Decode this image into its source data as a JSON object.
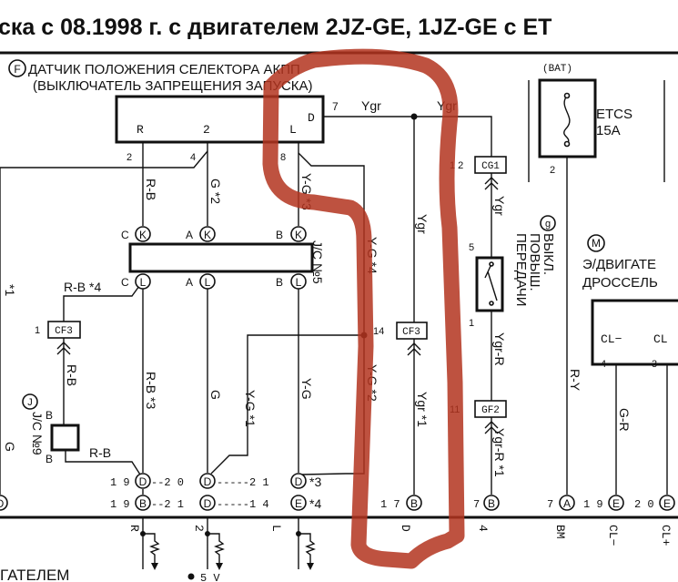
{
  "title": "ска с 08.1998 г. с двигателем 2JZ-GE, 1JZ-GE с ET",
  "sensor": {
    "badge": "F",
    "line1": "ДАТЧИК ПОЛОЖЕНИЯ СЕЛЕКТОРА АКПП",
    "line2": "(ВЫКЛЮЧАТЕЛЬ ЗАПРЕЩЕНИЯ ЗАПУСКА)",
    "pins": {
      "R": "R",
      "two": "2",
      "L": "L",
      "D": "D"
    },
    "pin_numbers": {
      "R": "2",
      "two": "4",
      "L": "8",
      "D": "7"
    }
  },
  "wires": {
    "ygr_top1": "Ygr",
    "ygr_top2": "Ygr",
    "ygr_mid": "Ygr",
    "ygr_cg": "Ygr",
    "ygr_star1": "Ygr *1",
    "ygr_r": "Ygr-R",
    "ygr_r_star1": "Ygr-R *1",
    "rb": "R-B",
    "g2": "G *2",
    "yg3": "Y-G *3",
    "yg4": "Y-G *4",
    "yg2": "Y-G *2",
    "rb4": "R-B *4",
    "rb_cf": "R-B",
    "rb3": "R-B *3",
    "g": "G",
    "yg1": "Y-G *1",
    "yg": "Y-G",
    "rb_jc": "R-B",
    "star1": "*1",
    "g_left": "G",
    "ry": "R-Y",
    "gr": "G-R"
  },
  "junction5": {
    "label": "J/C №5",
    "top": [
      {
        "pin": "C",
        "id": "K"
      },
      {
        "pin": "A",
        "id": "K"
      },
      {
        "pin": "B",
        "id": "K"
      }
    ],
    "bottom": [
      {
        "pin": "C",
        "id": "L"
      },
      {
        "pin": "A",
        "id": "L"
      },
      {
        "pin": "B",
        "id": "L"
      }
    ]
  },
  "junction9": {
    "badge": "J",
    "label": "J/C №9",
    "pin_top": "B",
    "pin_bottom": "B"
  },
  "connectors": {
    "cf3_left": {
      "name": "CF3",
      "pin": "1"
    },
    "cf3_mid": {
      "name": "CF3",
      "pin": "14"
    },
    "cg1": {
      "name": "CG1",
      "pin": "1 2"
    },
    "gf2": {
      "name": "GF2",
      "pin": "11"
    }
  },
  "shift_switch": {
    "badge": "g",
    "lines": [
      "ВЫКЛ.",
      "ПОВЫШ.",
      "ПЕРЕДАЧИ"
    ],
    "pin_top": "5",
    "pin_bottom": "1"
  },
  "fuse": {
    "supply": "(BAT)",
    "name": "ETCS",
    "rating": "15A",
    "pin": "2"
  },
  "throttle": {
    "badge": "M",
    "line1": "Э/ДВИГАТЕ",
    "line2": "ДРОССЕЛЬ",
    "pins": [
      "CL−",
      "CL"
    ],
    "pin_numbers": [
      "4",
      "3"
    ]
  },
  "bottom_row1": [
    {
      "num": "1 9",
      "id": "D"
    },
    {
      "num": "--2 0",
      "id": "D"
    },
    {
      "num": "-----2 1",
      "id": "D"
    }
  ],
  "bottom_row1_note": "*3",
  "bottom_row2": [
    {
      "num": "1 9",
      "id": "B"
    },
    {
      "num": "--2 1",
      "id": "D"
    },
    {
      "num": "-----1 4",
      "id": "E"
    },
    {
      "num": "1 7",
      "id": "B"
    },
    {
      "num": "7",
      "id": "B"
    },
    {
      "num": "7",
      "id": "A"
    },
    {
      "num": "1 9",
      "id": "E"
    },
    {
      "num": "2 0",
      "id": "E"
    }
  ],
  "bottom_row2_note": "*4",
  "left_partial_id": "D",
  "ecu_pins": [
    "R",
    "2",
    "L",
    "D",
    "4",
    "BM",
    "CL−",
    "CL+"
  ],
  "footer": {
    "text": "ГАТЕЛЕМ",
    "voltage": "5 V"
  },
  "annotation_color": "#b3341f"
}
